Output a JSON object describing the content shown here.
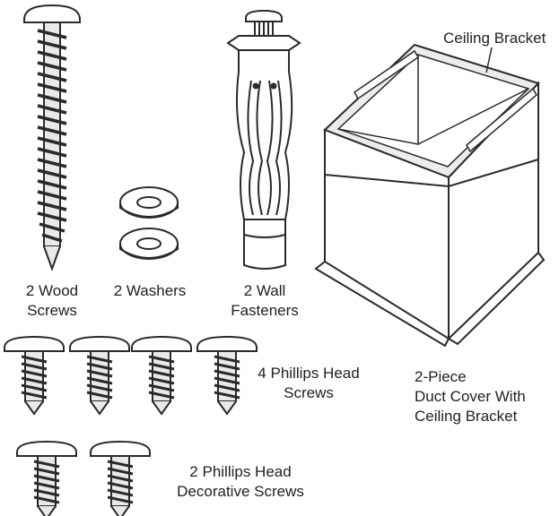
{
  "colors": {
    "ink": "#2a2a2a",
    "fill": "#ffffff",
    "shade": "#e9e9e9"
  },
  "items": {
    "wood_screws": {
      "line1": "2 Wood",
      "line2": "Screws"
    },
    "washers": {
      "line1": "2 Washers"
    },
    "wall_fasteners": {
      "line1": "2 Wall",
      "line2": "Fasteners"
    },
    "ceiling_bracket": {
      "line1": "Ceiling Bracket"
    },
    "phillips_screws": {
      "line1": "4 Phillips Head",
      "line2": "Screws"
    },
    "duct_cover": {
      "line1": "2-Piece",
      "line2": "Duct Cover With",
      "line3": "Ceiling Bracket"
    },
    "decorative_screws": {
      "line1": "2 Phillips Head",
      "line2": "Decorative Screws"
    }
  }
}
